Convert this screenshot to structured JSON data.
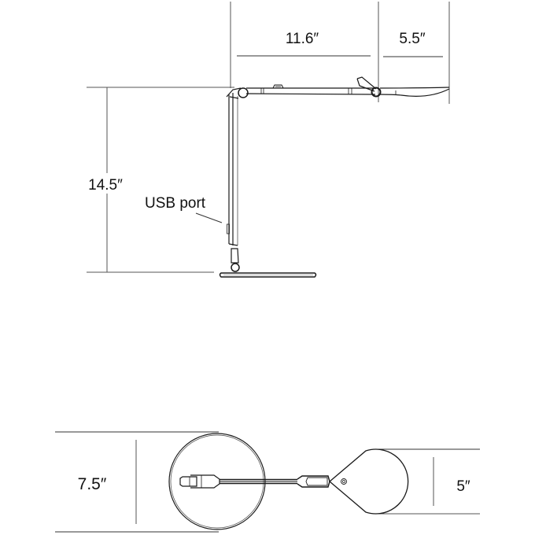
{
  "diagram": {
    "type": "product-dimension-drawing",
    "subject": "desk lamp",
    "views": [
      "side-elevation",
      "top-plan"
    ],
    "line_color": "#1a1a1a",
    "dim_line_color": "#555555",
    "background": "#ffffff"
  },
  "side_view": {
    "dimensions": {
      "arm_length": "11.6″",
      "head_length": "5.5″",
      "height": "14.5″"
    },
    "callouts": {
      "usb_port": "USB port"
    }
  },
  "top_view": {
    "dimensions": {
      "base_diameter": "7.5″",
      "head_diameter": "5″"
    }
  }
}
